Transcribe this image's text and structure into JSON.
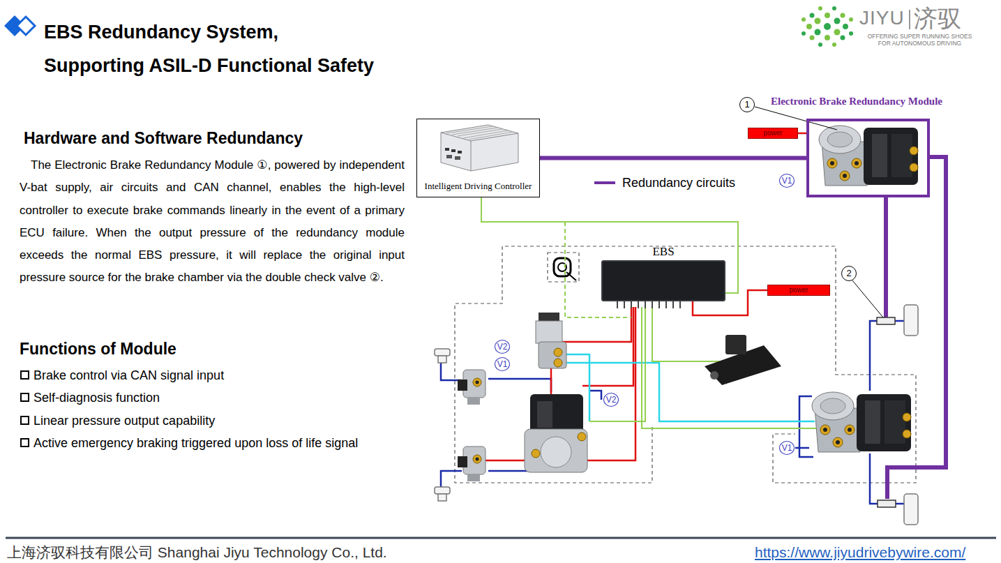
{
  "diagram": {
    "title": "EBS Redundancy System, Supporting ASIL-D Functional Safety",
    "nodes": [
      {
        "text": [
          "Electronic Brake Redundancy Module"
        ]
      },
      {
        "text": [
          "power"
        ]
      },
      {
        "text": [
          "Intelligent Driving Controller"
        ]
      },
      {
        "text": [
          "EBS"
        ]
      },
      {
        "text": [
          "power"
        ]
      }
    ],
    "edges": [
      {
        "from": 2,
        "to": 0,
        "arrow": "none"
      },
      {
        "from": 1,
        "to": 0,
        "arrow": "none"
      },
      {
        "from": 2,
        "to": 3,
        "arrow": "none"
      },
      {
        "from": 4,
        "to": 3,
        "arrow": "none"
      }
    ],
    "labels": [
      "JIYU",
      "济驭",
      "OFFERING SUPER RUNNING SHOES FOR AUTONOMOUS DRIVING",
      "Hardware and Software Redundancy",
      "The Electronic Brake Redundancy Module ①, powered by independent V-bat supply, air circuits and CAN channel, enables the high-level controller to execute brake commands linearly in the event of a primary ECU failure. When the output pressure of the redundancy module exceeds the normal EBS pressure, it will replace the original input pressure source for the brake chamber via the double check valve ②.",
      "Functions of Module",
      "Brake control via CAN signal input",
      "Self-diagnosis function",
      "Linear pressure output capability",
      "Active emergency braking triggered upon loss of life signal",
      "1",
      "2",
      "V1",
      "V2",
      "V1",
      "V2",
      "V1",
      "上海济驭科技有限公司 Shanghai Jiyu Technology Co., Ltd.",
      "https://www.jiyudrivebywire.com/"
    ],
    "legend": [
      {
        "text": "Redundancy circuits"
      }
    ]
  }
}
